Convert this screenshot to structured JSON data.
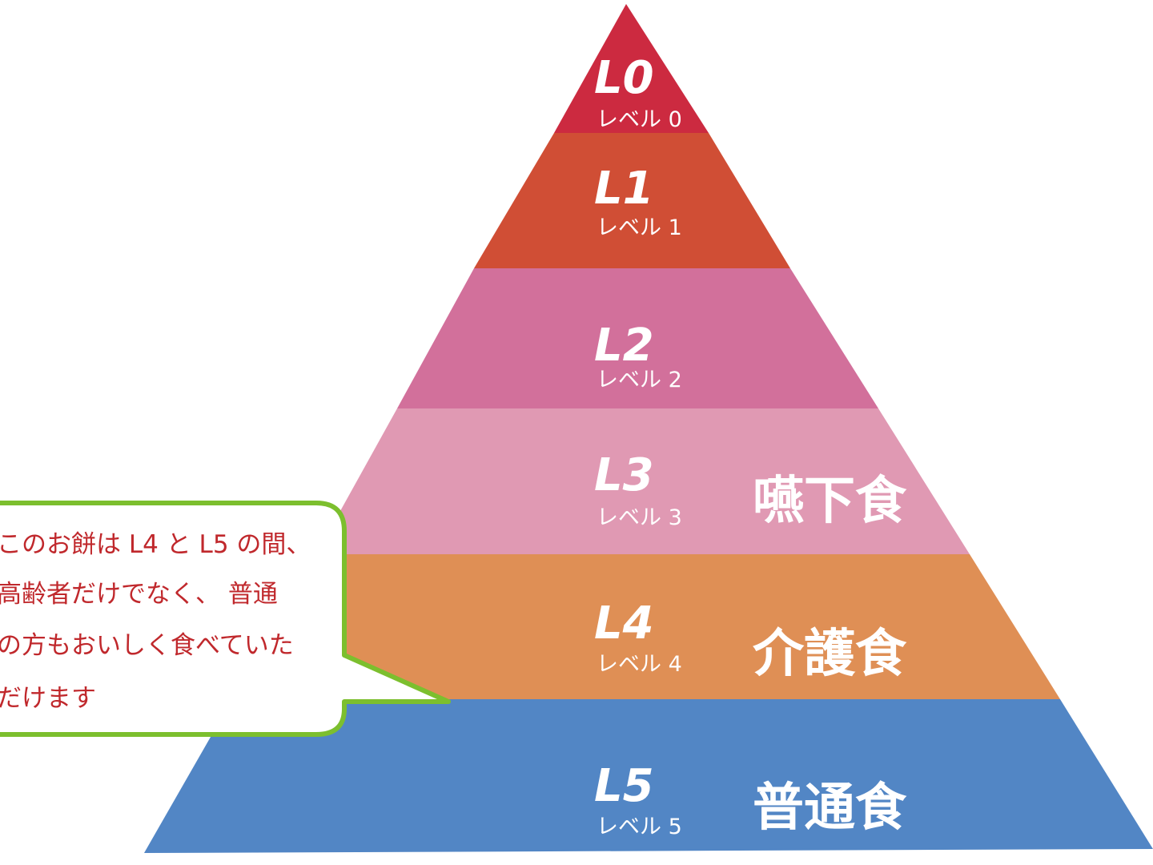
{
  "levels": [
    {
      "code": "L0",
      "sub": "レベル 0",
      "diet": "",
      "color": "#cc2a40"
    },
    {
      "code": "L1",
      "sub": "レベル 1",
      "diet": "",
      "color": "#d04e35"
    },
    {
      "code": "L2",
      "sub": "レベル 2",
      "diet": "",
      "color": "#d2709b"
    },
    {
      "code": "L3",
      "sub": "レベル 3",
      "diet": "嚥下食",
      "color": "#e099b3"
    },
    {
      "code": "L4",
      "sub": "レベル 4",
      "diet": "介護食",
      "color": "#df8f55"
    },
    {
      "code": "L5",
      "sub": "レベル 5",
      "diet": "普通食",
      "color": "#5286c5"
    }
  ],
  "callout": {
    "lines": [
      "このお餅は L4 と L5 の間、",
      "高齢者だけでなく、 普通",
      "の方もおいしく食べていた",
      "だけます"
    ],
    "border_color": "#7cbf2e",
    "text_color": "#c0282c"
  }
}
